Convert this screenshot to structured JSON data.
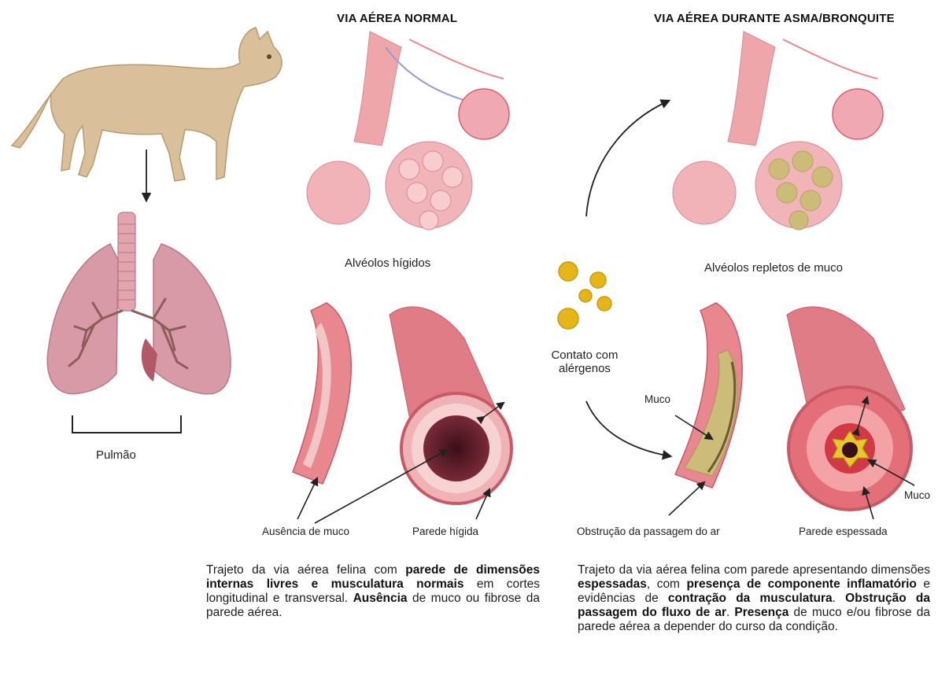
{
  "headers": {
    "normal": "VIA AÉREA NORMAL",
    "disease": "VIA AÉREA DURANTE ASMA/BRONQUITE"
  },
  "labels": {
    "lung": "Pulmão",
    "alveoli_healthy": "Alvéolos hígidos",
    "alveoli_mucus": "Alvéolos repletos de muco",
    "allergen_line1": "Contato com",
    "allergen_line2": "alérgenos",
    "no_mucus": "Ausência de muco",
    "healthy_wall": "Parede hígida",
    "mucus_long": "Muco",
    "mucus_cross": "Muco",
    "obstruction": "Obstrução da passagem do ar",
    "thick_wall": "Parede espessada"
  },
  "normal_text": {
    "p1": "Trajeto da via aérea felina com ",
    "b1": "parede de dimensões internas livres e musculatura normais",
    "p2": " em cortes longitudinal e transversal. ",
    "b2": "Ausência",
    "p3": " de muco ou fibrose da parede aérea."
  },
  "disease_text": {
    "p1": "Trajeto da via aérea felina com parede apresentando dimensões ",
    "b1": "espessadas",
    "p2": ", com ",
    "b2": "presença de componente inflamatório",
    "p3": " e evidências de ",
    "b3": "contração da musculatura",
    "p4": ". ",
    "b4": "Obstrução da passagem do fluxo de ar",
    "p5": ". ",
    "b5": "Presença",
    "p6": " de muco e/ou fibrose da parede aérea a depender do curso da condição."
  },
  "colors": {
    "cat": "#d9c09a",
    "lung": "#d99aa8",
    "tissue": "#e8878e",
    "mucus": "#cdbb7a",
    "pollen": "#e6b619"
  }
}
